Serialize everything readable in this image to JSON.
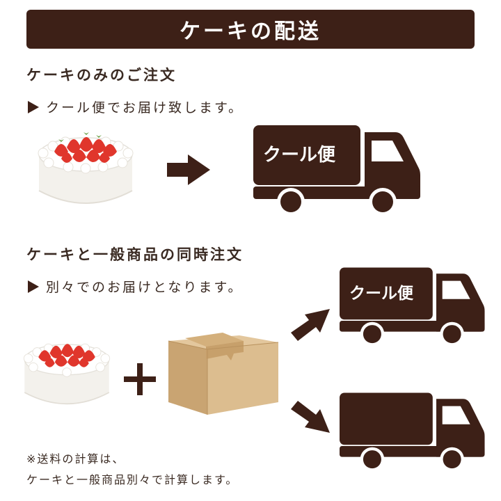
{
  "banner": {
    "title": "ケーキの配送"
  },
  "section1": {
    "heading": "ケーキのみのご注文",
    "description": "クール便でお届け致します。",
    "truck_label": "クール便"
  },
  "section2": {
    "heading": "ケーキと一般商品の同時注文",
    "description": "別々でのお届けとなります。",
    "truck_label": "クール便"
  },
  "note": {
    "line1": "※送料の計算は、",
    "line2": "ケーキと一般商品別々で計算します。"
  },
  "colors": {
    "brown": "#3d2017",
    "strawberry": "#e0362c",
    "box": "#d8b78a"
  }
}
